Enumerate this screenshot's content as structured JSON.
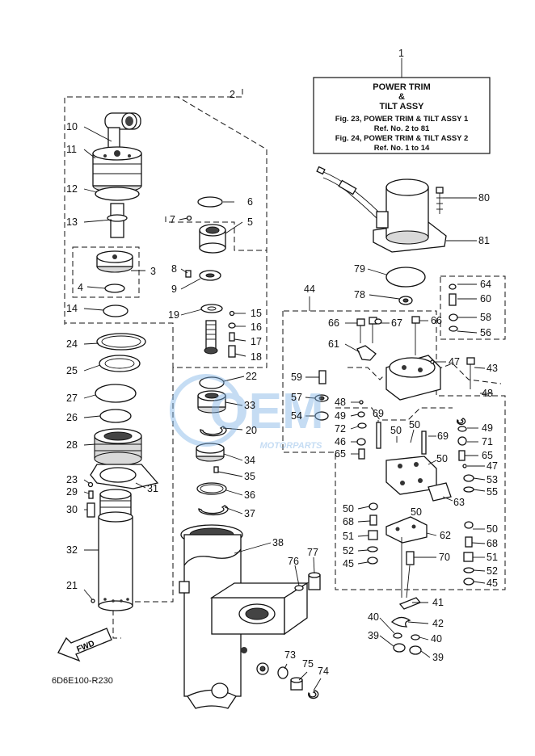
{
  "title_box": {
    "line1": "POWER TRIM",
    "line2": "&",
    "line3": "TILT ASSY",
    "line4": "Fig. 23, POWER TRIM & TILT ASSY 1",
    "line5": "Ref. No. 2 to 81",
    "line6": "Fig. 24, POWER TRIM & TILT ASSY 2",
    "line7": "Ref. No. 1 to 14"
  },
  "callouts": {
    "c1": "1",
    "c2": "2",
    "c3": "3",
    "c4": "4",
    "c5": "5",
    "c6": "6",
    "c7": "7",
    "c8": "8",
    "c9": "9",
    "c10": "10",
    "c11": "11",
    "c12": "12",
    "c13": "13",
    "c14": "14",
    "c15": "15",
    "c16": "16",
    "c17": "17",
    "c18": "18",
    "c19": "19",
    "c20": "20",
    "c21": "21",
    "c22": "22",
    "c23": "23",
    "c24": "24",
    "c25": "25",
    "c26": "26",
    "c27": "27",
    "c28": "28",
    "c29": "29",
    "c30": "30",
    "c31": "31",
    "c32": "32",
    "c33": "33",
    "c34": "34",
    "c35": "35",
    "c36": "36",
    "c37": "37",
    "c38": "38",
    "c39": "39",
    "c40": "40",
    "c41": "41",
    "c42": "42",
    "c43": "43",
    "c44": "44",
    "c45": "45",
    "c46": "46",
    "c47": "47",
    "c48": "48",
    "c49": "49",
    "c50": "50",
    "c51": "51",
    "c52": "52",
    "c53": "53",
    "c54": "54",
    "c55": "55",
    "c56": "56",
    "c57": "57",
    "c58": "58",
    "c59": "59",
    "c60": "60",
    "c61": "61",
    "c62": "62",
    "c63": "63",
    "c64": "64",
    "c65": "65",
    "c66": "66",
    "c67": "67",
    "c68": "68",
    "c69": "69",
    "c70": "70",
    "c71": "71",
    "c72": "72",
    "c73": "73",
    "c74": "74",
    "c75": "75",
    "c76": "76",
    "c77": "77",
    "c78": "78",
    "c79": "79",
    "c80": "80",
    "c81": "81"
  },
  "fwd_label": "FWD",
  "diagram_code": "6D6E100-R230",
  "watermark": {
    "brand": "OEM",
    "sub": "MOTORPARTS",
    "color": "#7fb3e6"
  }
}
